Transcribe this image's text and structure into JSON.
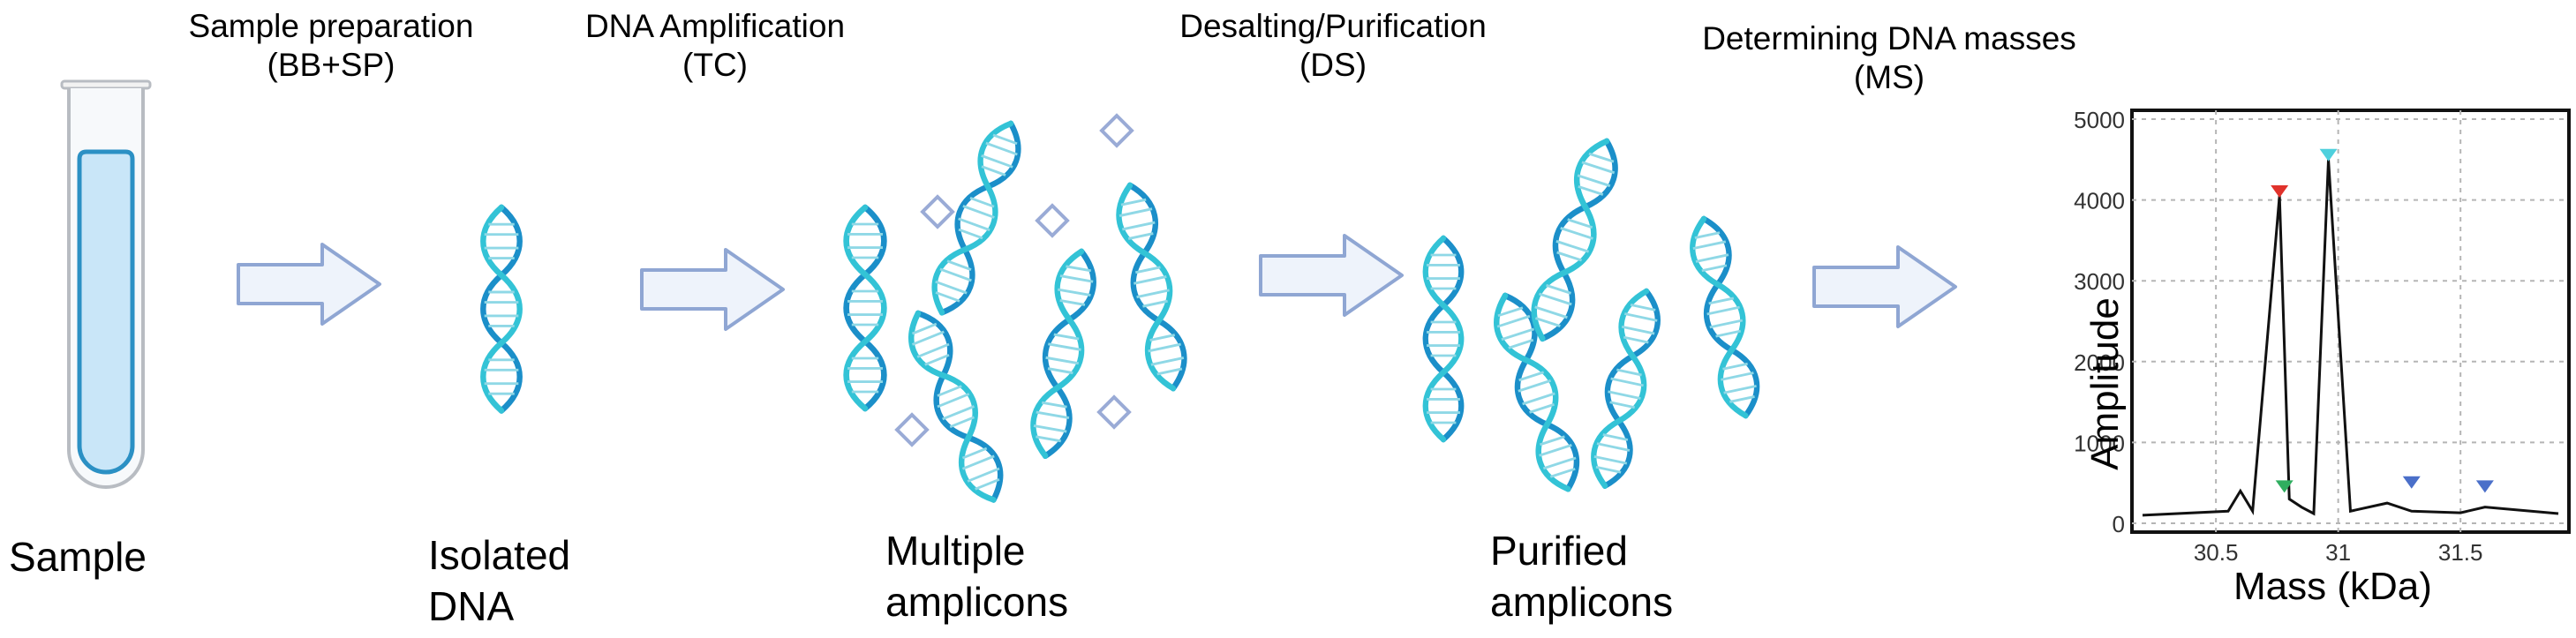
{
  "steps": [
    {
      "title": "Sample preparation",
      "code": "(BB+SP)"
    },
    {
      "title": "DNA Amplification",
      "code": "(TC)"
    },
    {
      "title": "Desalting/Purification",
      "code": "(DS)"
    },
    {
      "title": "Determining DNA masses",
      "code": "(MS)"
    }
  ],
  "captions": {
    "sample": "Sample",
    "isolated": [
      "Isolated",
      "DNA"
    ],
    "multiple": [
      "Multiple",
      "amplicons"
    ],
    "purified": [
      "Purified",
      "amplicons"
    ]
  },
  "colors": {
    "arrow_fill": "#eef3fb",
    "arrow_stroke": "#8fa6d3",
    "dna_dark": "#1b8fc9",
    "dna_light": "#33c3d6",
    "tube_liquid": "#c9e6f8",
    "tube_stroke": "#2b90c4",
    "diamond": "#9aabd6",
    "peak_red": "#e0322b",
    "peak_cyan": "#4fd0dd",
    "peak_green": "#2fae5f",
    "peak_blue": "#4a6fc9"
  },
  "chart_data": {
    "type": "line",
    "title": "",
    "xlabel": "Mass (kDa)",
    "ylabel": "Amplitude",
    "xlim": [
      30.2,
      31.9
    ],
    "ylim": [
      0,
      5000
    ],
    "xticks": [
      "30.5",
      "31",
      "31.5"
    ],
    "yticks": [
      "0",
      "1000",
      "2000",
      "3000",
      "4000",
      "5000"
    ],
    "grid": true,
    "series": [
      {
        "x": [
          30.2,
          30.55,
          30.6,
          30.65,
          30.76,
          30.8,
          30.85,
          30.9,
          30.96,
          31.05,
          31.2,
          31.3,
          31.5,
          31.6,
          31.9
        ],
        "y": [
          100,
          150,
          400,
          150,
          4050,
          300,
          200,
          120,
          4500,
          150,
          250,
          150,
          130,
          200,
          120
        ]
      }
    ],
    "markers": [
      {
        "x": 30.76,
        "y": 4050,
        "color": "#e0322b"
      },
      {
        "x": 30.96,
        "y": 4500,
        "color": "#4fd0dd"
      },
      {
        "x": 30.78,
        "y": 400,
        "color": "#2fae5f"
      },
      {
        "x": 31.3,
        "y": 450,
        "color": "#4a6fc9"
      },
      {
        "x": 31.6,
        "y": 400,
        "color": "#4a6fc9"
      }
    ]
  }
}
